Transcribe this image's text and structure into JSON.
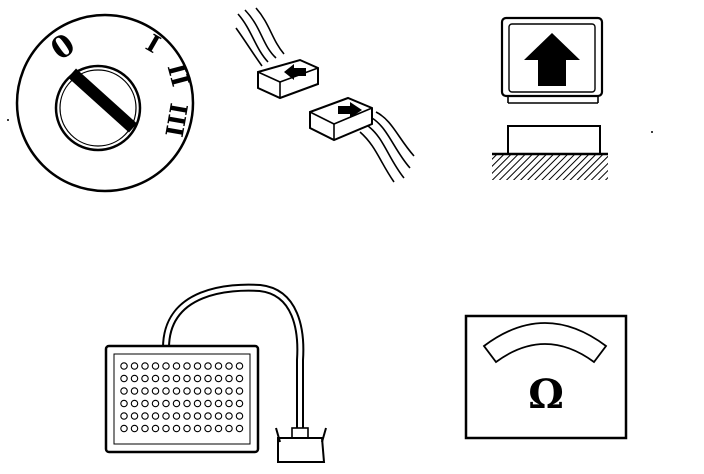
{
  "ignition_switch": {
    "positions": [
      "0",
      "I",
      "II",
      "III"
    ]
  },
  "ohmmeter": {
    "unit_symbol": "Ω"
  },
  "colors": {
    "ink": "#000000",
    "paper": "#ffffff"
  },
  "icons": [
    "ignition-switch-icon",
    "connector-pair-icon",
    "pressure-block-icon",
    "test-probe-board-icon",
    "ohmmeter-icon"
  ]
}
